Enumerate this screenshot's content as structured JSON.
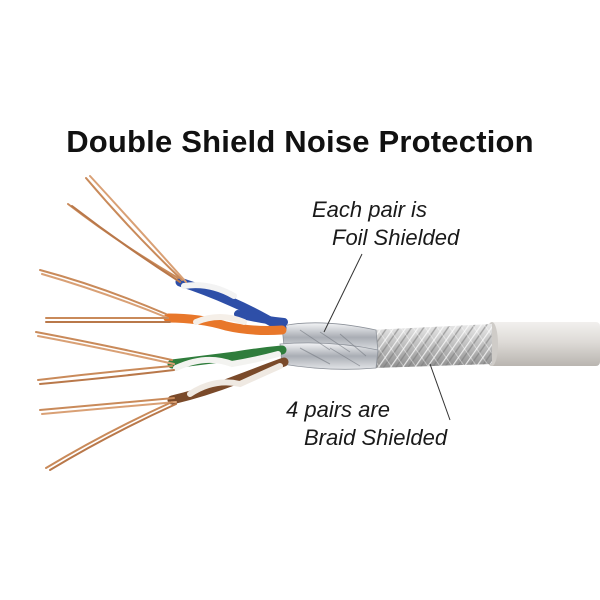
{
  "title": "Double Shield Noise Protection",
  "callouts": {
    "foil": {
      "line1": "Each pair is",
      "line2": "Foil Shielded"
    },
    "braid": {
      "line1": "4 pairs are",
      "line2": "Braid Shielded"
    }
  },
  "colors": {
    "jacket": "#dcdad7",
    "braid": "#c9c9c9",
    "foil": "#b9bcc2",
    "copper": "#c98a5a",
    "pair_blue": "#2e4fa8",
    "pair_orange": "#e8772a",
    "pair_green": "#2f7d3c",
    "pair_brown": "#7a4a2a"
  }
}
